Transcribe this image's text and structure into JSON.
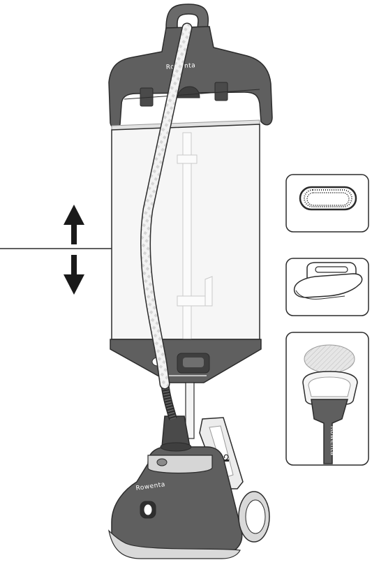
{
  "illustration": {
    "brand_text": "Rowenta",
    "colors": {
      "body": "#5f5f5f",
      "body_dark": "#3f3f3f",
      "outline": "#2b2b2b",
      "tank_fill": "#f4f4f4",
      "light_gray": "#d9d9d9",
      "arrow": "#1a1a1a"
    },
    "icons": {
      "up_arrow": "arrow-up-icon",
      "down_arrow": "arrow-down-icon"
    },
    "accessories": [
      {
        "name": "brush-accessory"
      },
      {
        "name": "lint-pad-accessory"
      },
      {
        "name": "steam-head-with-pad"
      }
    ]
  }
}
